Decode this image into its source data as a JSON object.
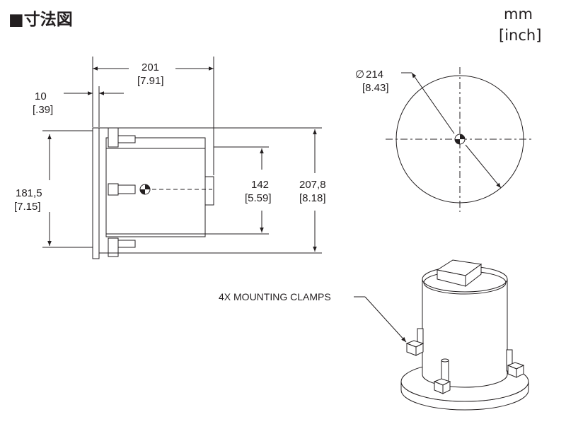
{
  "title": "寸法図",
  "title_marker": "■",
  "units": {
    "primary": "mm",
    "secondary": "[inch]"
  },
  "dimensions": {
    "total_depth": {
      "mm": "201",
      "inch": "[7.91]"
    },
    "flange": {
      "mm": "10",
      "inch": "[.39]"
    },
    "body_height": {
      "mm": "181,5",
      "inch": "[7.15]"
    },
    "body_diameter": {
      "mm": "142",
      "inch": "[5.59]"
    },
    "flange_height": {
      "mm": "207,8",
      "inch": "[8.18]"
    },
    "flange_diameter": {
      "mm": "214",
      "inch": "[8.43]",
      "symbol": "∅"
    }
  },
  "callout": {
    "label": "4X MOUNTING CLAMPS"
  },
  "colors": {
    "line": "#231f20",
    "fill": "#ffffff"
  }
}
